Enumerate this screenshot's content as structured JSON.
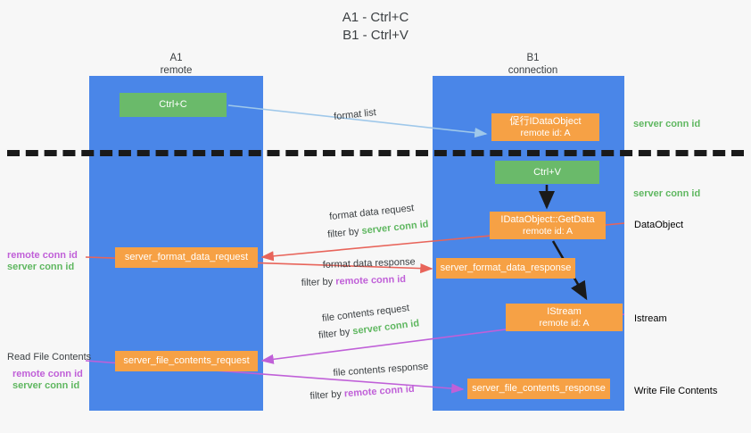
{
  "title": {
    "line1": "A1 - Ctrl+C",
    "line2": "B1 - Ctrl+V"
  },
  "lanes": [
    {
      "id": "A1",
      "name": "A1",
      "role": "remote"
    },
    {
      "id": "B1",
      "name": "B1",
      "role": "connection"
    }
  ],
  "nodes": {
    "ctrl_c": {
      "label": "Ctrl+C",
      "color": "#6aba6a"
    },
    "idataobject": {
      "label": "促行IDataObject",
      "sub": "remote id: A",
      "color": "#f6a145"
    },
    "ctrl_v": {
      "label": "Ctrl+V",
      "color": "#6aba6a"
    },
    "getdata": {
      "label": "IDataObject::GetData",
      "sub": "remote id: A",
      "color": "#f6a145"
    },
    "istream": {
      "label": "IStream",
      "sub": "remote id: A",
      "color": "#f6a145"
    },
    "format_data_request": {
      "label": "server_format_data_request",
      "color": "#f6a145"
    },
    "format_data_response": {
      "label": "server_format_data_response",
      "color": "#f6a145"
    },
    "file_contents_request": {
      "label": "server_file_contents_request",
      "color": "#f6a145"
    },
    "file_contents_response": {
      "label": "server_file_contents_response",
      "color": "#f6a145"
    }
  },
  "arrow_labels": {
    "format_list": "format list",
    "format_data_request": "format data request",
    "format_data_request_filter_prefix": "filter by ",
    "format_data_request_filter_value": "server conn id",
    "format_data_response": "format data response",
    "format_data_response_filter_prefix": "filter by ",
    "format_data_response_filter_value": "remote conn id",
    "file_contents_request": "file contents request",
    "file_contents_request_filter_prefix": "filter by ",
    "file_contents_request_filter_value": "server conn id",
    "file_contents_response": "file contents response",
    "file_contents_response_filter_prefix": "filter by ",
    "file_contents_response_filter_value": "remote conn id"
  },
  "left_labels": {
    "remote_conn_id": "remote conn id",
    "server_conn_id": "server conn id",
    "read_file_contents": "Read File Contents"
  },
  "right_labels": {
    "server_conn_id_top": "server conn id",
    "server_conn_id_mid": "server conn id",
    "dataobject": "DataObject",
    "istream": "Istream",
    "write_file_contents": "Write File Contents"
  },
  "colors": {
    "lane": "#4a86e8",
    "node_orange": "#f6a145",
    "node_green": "#6aba6a",
    "arrow_blue": "#9fc8ea",
    "arrow_red": "#e8645a",
    "arrow_purple": "#c060d8",
    "arrow_black": "#1a1a1a",
    "text_green": "#5fb760",
    "text_purple": "#c060d8",
    "background": "#f7f7f7"
  }
}
